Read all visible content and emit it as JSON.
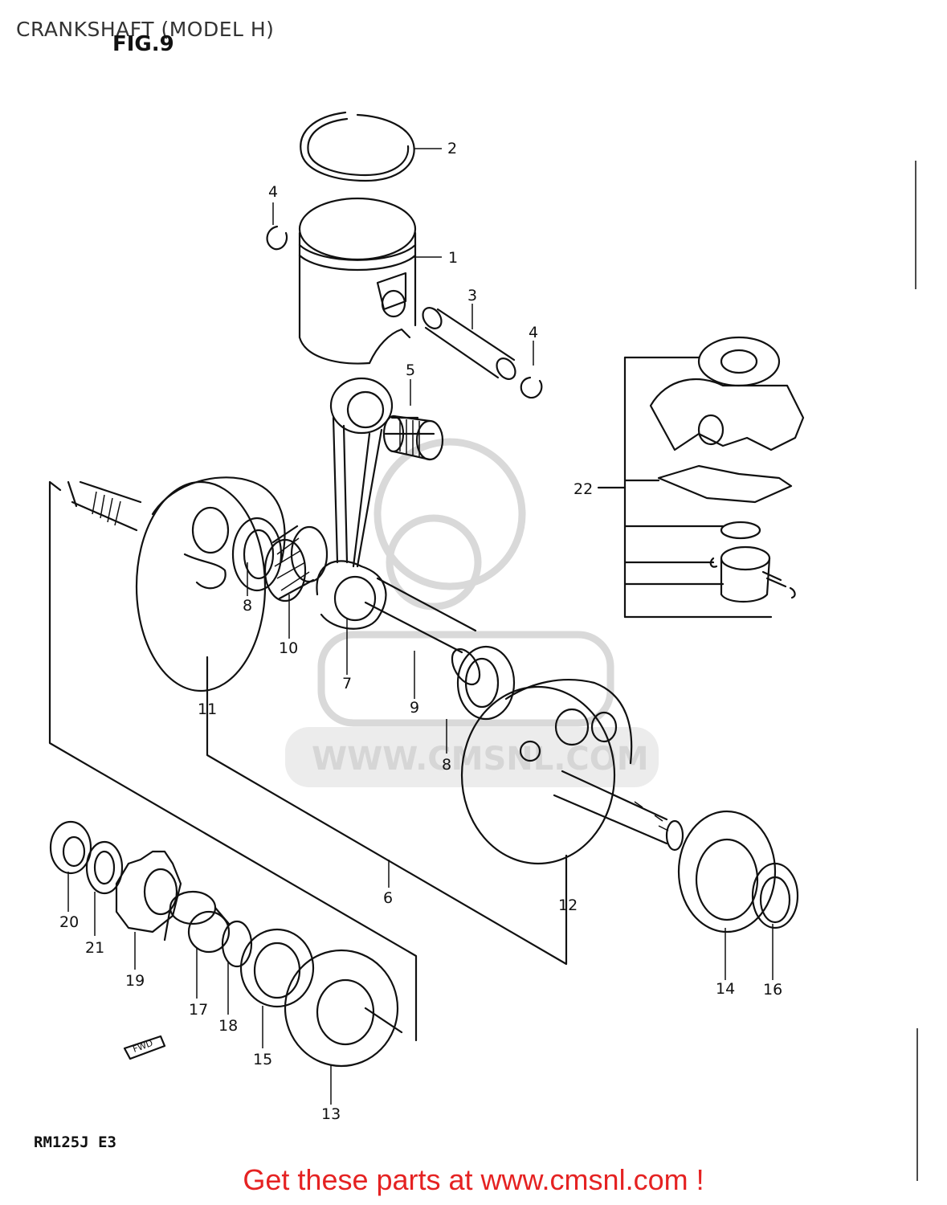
{
  "header": {
    "title": "CRANKSHAFT (MODEL H)",
    "figure": "FIG.9"
  },
  "footer": {
    "model_code": "RM125J E3",
    "cta": "Get these parts at www.cmsnl.com !"
  },
  "watermark": {
    "text": "WWW.CMSNL.COM"
  },
  "fwd_label": "FWD",
  "callouts": [
    {
      "id": "p1",
      "label": "1"
    },
    {
      "id": "p2",
      "label": "2"
    },
    {
      "id": "p3",
      "label": "3"
    },
    {
      "id": "p4a",
      "label": "4"
    },
    {
      "id": "p4b",
      "label": "4"
    },
    {
      "id": "p5",
      "label": "5"
    },
    {
      "id": "p6",
      "label": "6"
    },
    {
      "id": "p7",
      "label": "7"
    },
    {
      "id": "p8a",
      "label": "8"
    },
    {
      "id": "p8b",
      "label": "8"
    },
    {
      "id": "p9",
      "label": "9"
    },
    {
      "id": "p10",
      "label": "10"
    },
    {
      "id": "p11",
      "label": "11"
    },
    {
      "id": "p12",
      "label": "12"
    },
    {
      "id": "p13",
      "label": "13"
    },
    {
      "id": "p14",
      "label": "14"
    },
    {
      "id": "p15",
      "label": "15"
    },
    {
      "id": "p16",
      "label": "16"
    },
    {
      "id": "p17",
      "label": "17"
    },
    {
      "id": "p18",
      "label": "18"
    },
    {
      "id": "p19",
      "label": "19"
    },
    {
      "id": "p20",
      "label": "20"
    },
    {
      "id": "p21",
      "label": "21"
    },
    {
      "id": "p22",
      "label": "22"
    }
  ],
  "colors": {
    "cta": "#e52222",
    "line": "#111111",
    "watermark": "#d6d6d6"
  }
}
